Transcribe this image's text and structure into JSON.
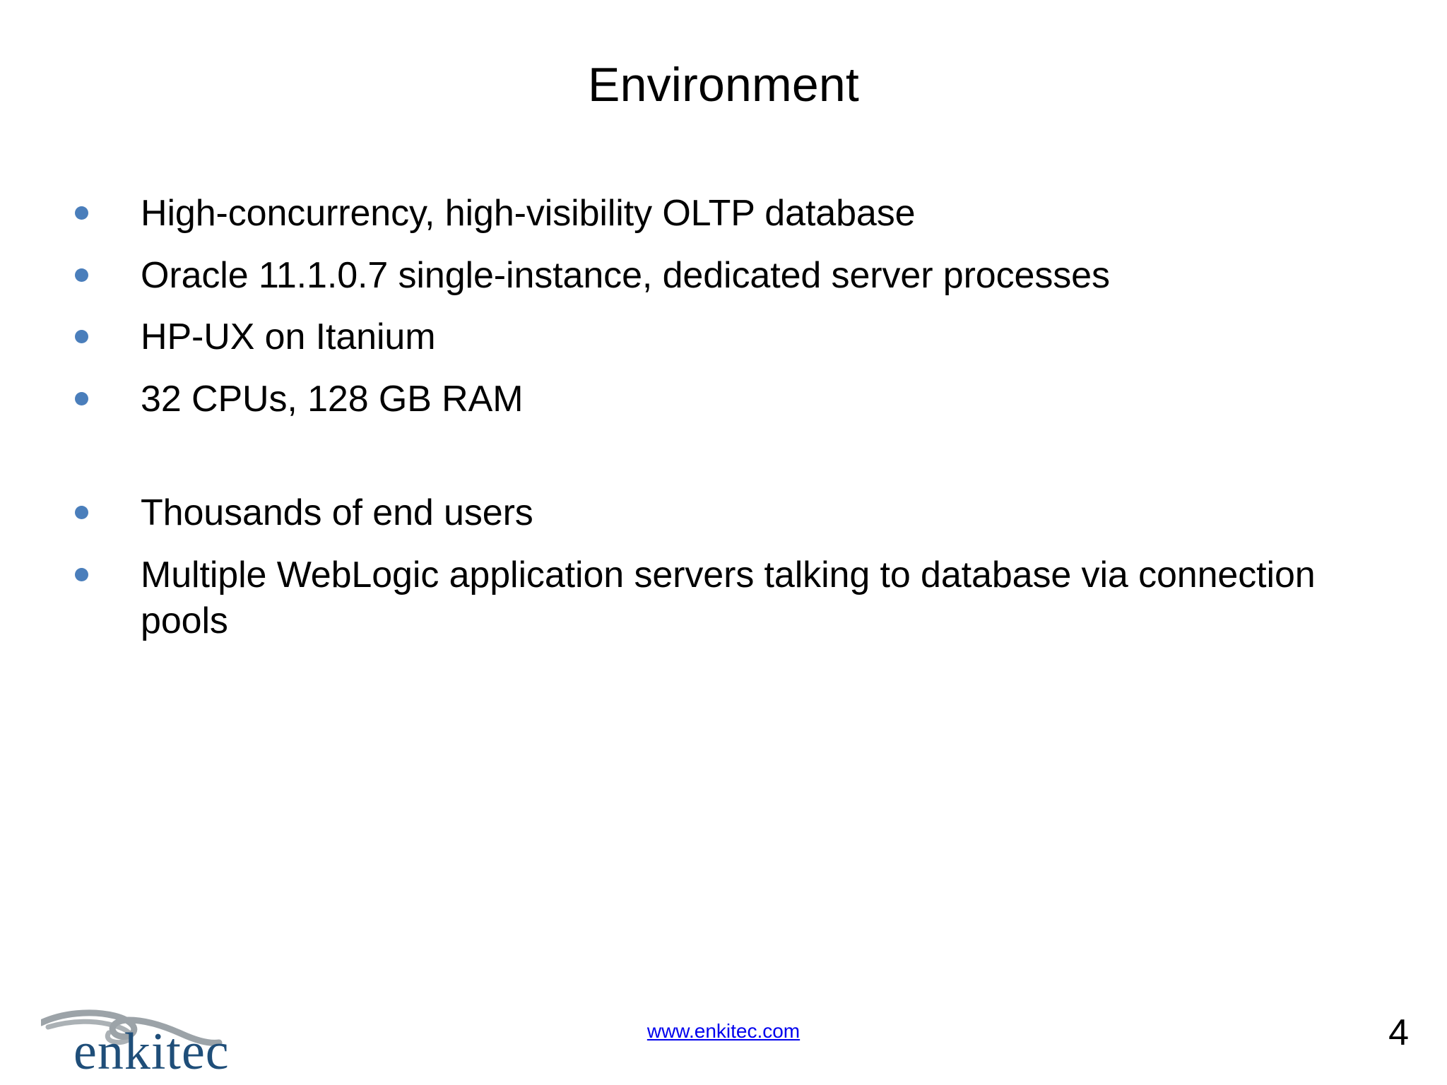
{
  "slide": {
    "title": "Environment",
    "page_number": "4",
    "background_color": "#FFFFFF",
    "bullet_color": "#4A7EBB",
    "text_color": "#000000"
  },
  "bullets": [
    {
      "text": "High-concurrency, high-visibility OLTP database",
      "has_marker": true
    },
    {
      "text": "Oracle 11.1.0.7 single-instance, dedicated server processes",
      "has_marker": true
    },
    {
      "text": "HP-UX on Itanium",
      "has_marker": true
    },
    {
      "text": "32 CPUs, 128 GB RAM",
      "has_marker": true
    },
    {
      "text": "",
      "has_marker": false
    },
    {
      "text": "Thousands of end users",
      "has_marker": true
    },
    {
      "text": "Multiple WebLogic application servers talking to database via connection pools",
      "has_marker": true
    }
  ],
  "footer": {
    "url_label": "www.enkitec.com",
    "url_color": "#0000EE"
  },
  "logo": {
    "wordmark": "enkitec",
    "wordmark_color": "#1F4E79",
    "swoosh_color": "#9CA3A8"
  }
}
